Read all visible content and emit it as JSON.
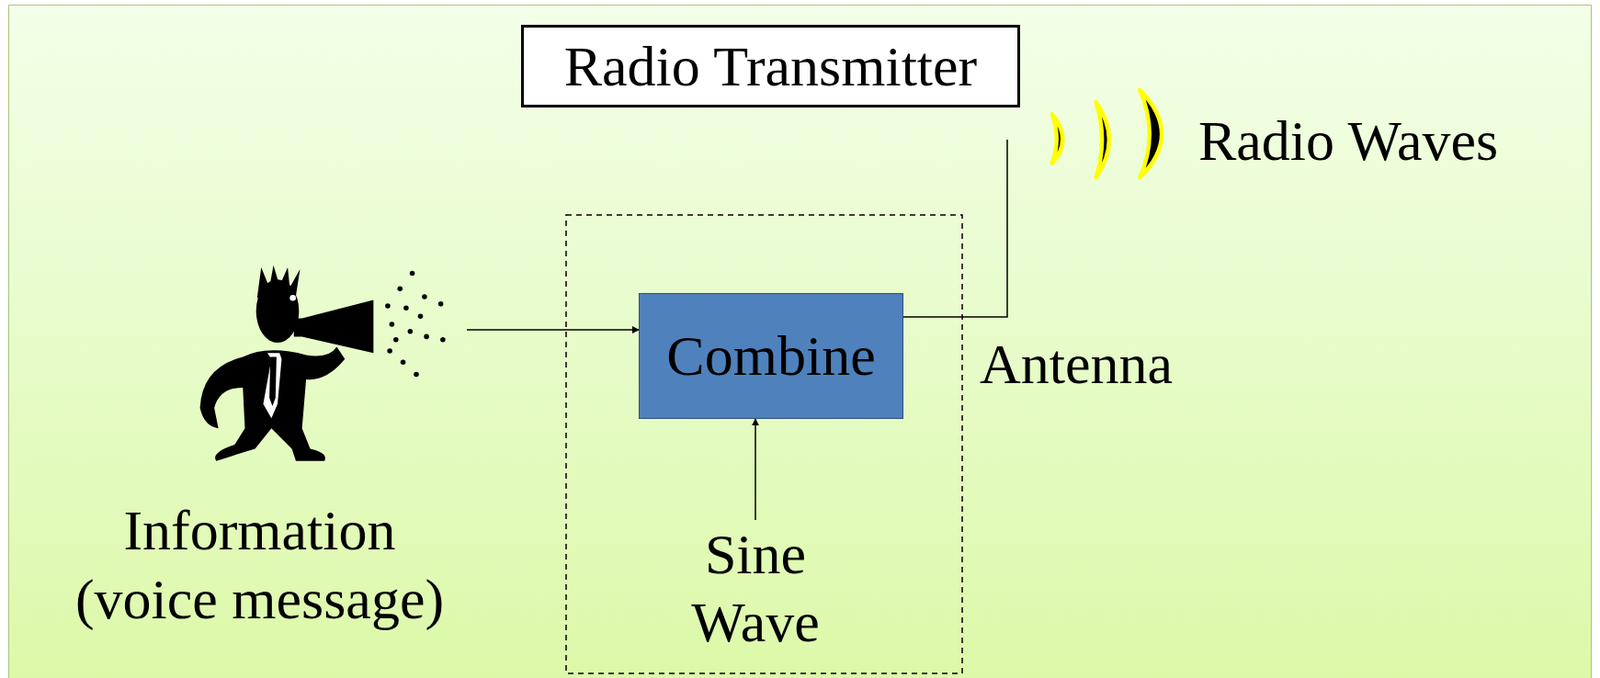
{
  "diagram": {
    "nodes": [
      {
        "text": [
          "Information (voice message)"
        ]
      },
      {
        "text": [
          "Radio Transmitter"
        ]
      },
      {
        "text": [
          "Combine"
        ]
      },
      {
        "text": [
          "Sine Wave"
        ]
      }
    ],
    "edges": [
      {
        "from": 0,
        "to": 2,
        "arrow": "to"
      },
      {
        "from": 3,
        "to": 2,
        "arrow": "to"
      }
    ],
    "labels": [
      "Antenna",
      "Radio Waves"
    ]
  }
}
